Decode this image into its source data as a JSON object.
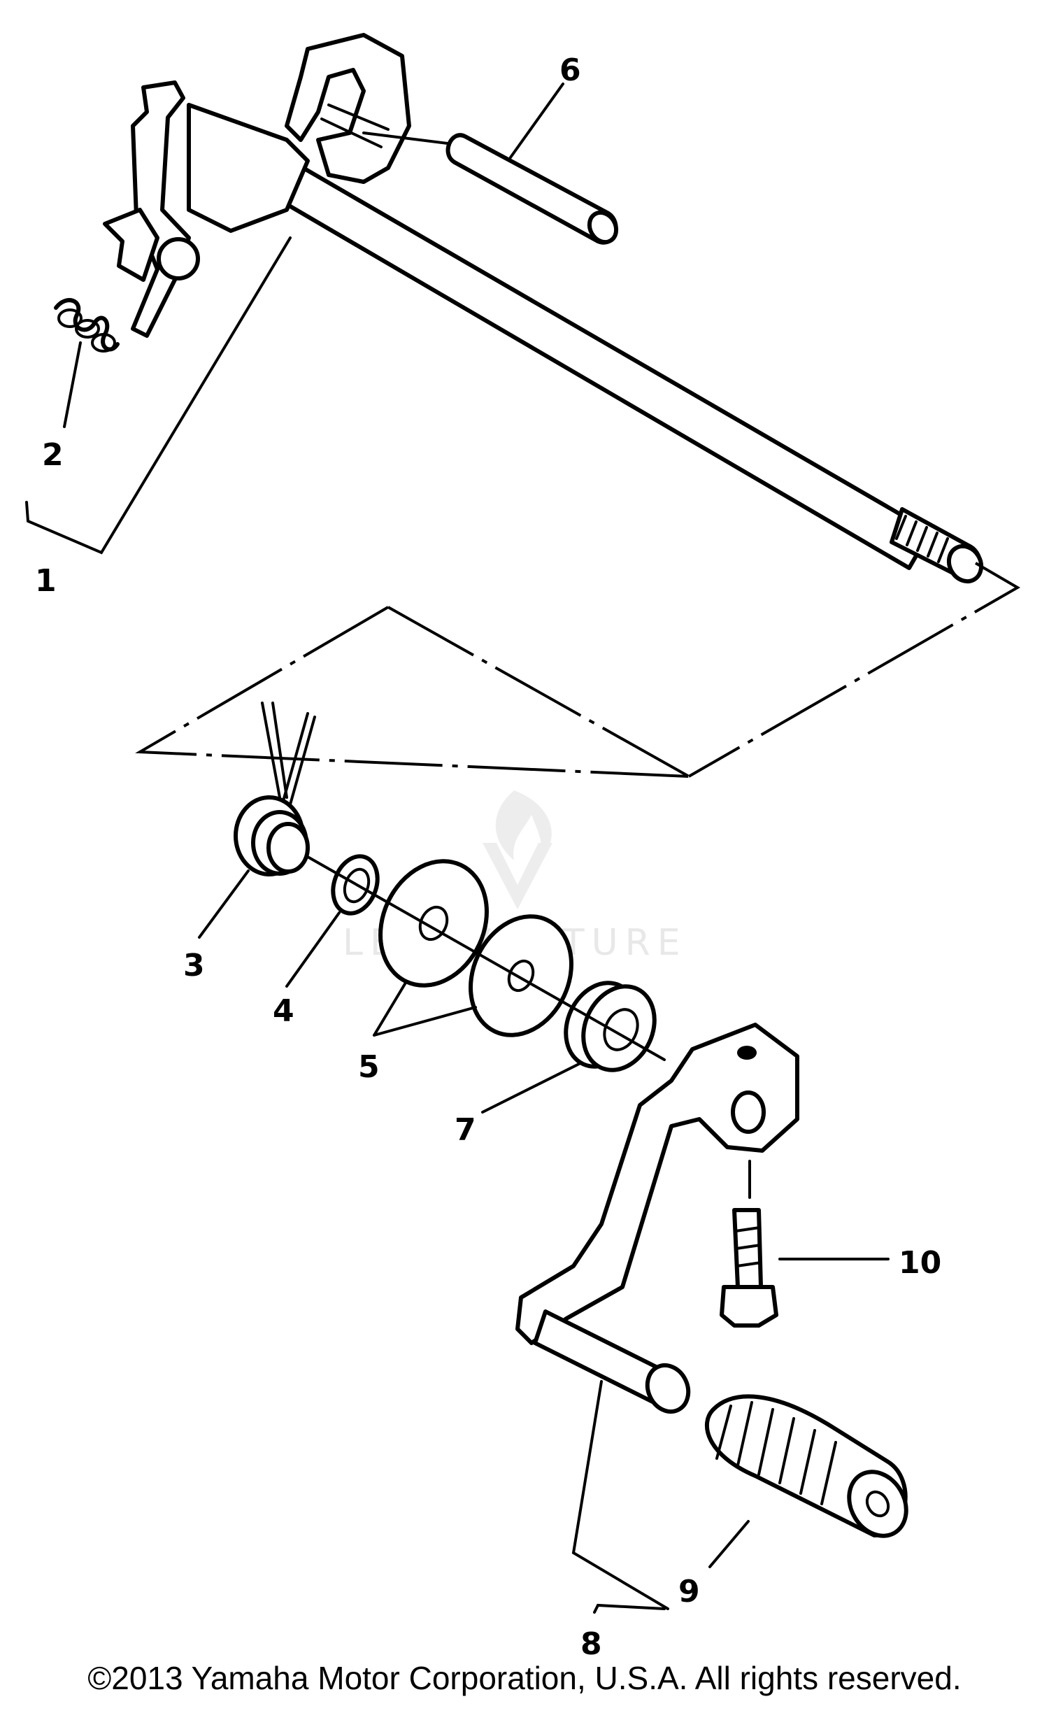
{
  "callouts": [
    {
      "id": "1",
      "label": "1"
    },
    {
      "id": "2",
      "label": "2"
    },
    {
      "id": "3",
      "label": "3"
    },
    {
      "id": "4",
      "label": "4"
    },
    {
      "id": "5",
      "label": "5"
    },
    {
      "id": "6",
      "label": "6"
    },
    {
      "id": "7",
      "label": "7"
    },
    {
      "id": "8",
      "label": "8"
    },
    {
      "id": "9",
      "label": "9"
    },
    {
      "id": "10",
      "label": "10"
    }
  ],
  "watermark": {
    "brand": "LEADVENTURE",
    "mark": "flame-v-logo"
  },
  "footer": {
    "copyright": "©2013 Yamaha Motor Corporation, U.S.A. All rights reserved."
  },
  "colors": {
    "line": "#000000",
    "background": "#ffffff",
    "watermark": "#e6e6e6"
  }
}
